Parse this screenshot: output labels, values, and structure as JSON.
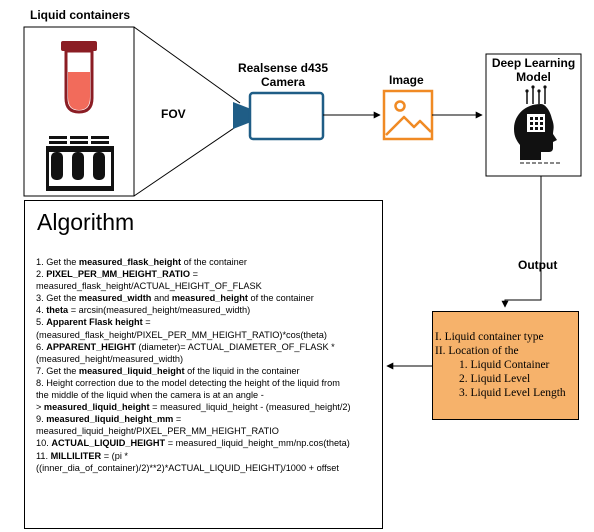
{
  "labels": {
    "liquid_containers": "Liquid containers",
    "fov": "FOV",
    "camera_line1": "Realsense d435",
    "camera_line2": "Camera",
    "image": "Image",
    "model_line1": "Deep Learning",
    "model_line2": "Model",
    "output": "Output"
  },
  "algorithm": {
    "title": "Algorithm",
    "lines": [
      [
        {
          "t": "1. Get the "
        },
        {
          "t": "measured_flask_height",
          "b": true
        },
        {
          "t": " of the container"
        }
      ],
      [
        {
          "t": "2. "
        },
        {
          "t": "PIXEL_PER_MM_HEIGHT_RATIO",
          "b": true
        },
        {
          "t": " ="
        }
      ],
      [
        {
          "t": "measured_flask_height/ACTUAL_HEIGHT_OF_FLASK"
        }
      ],
      [
        {
          "t": "3. Get the "
        },
        {
          "t": "measured_width",
          "b": true
        },
        {
          "t": " and "
        },
        {
          "t": "measured_height",
          "b": true
        },
        {
          "t": " of the container"
        }
      ],
      [
        {
          "t": "4. "
        },
        {
          "t": "theta",
          "b": true
        },
        {
          "t": " = arcsin(measured_height/measured_width)"
        }
      ],
      [
        {
          "t": "5. "
        },
        {
          "t": "Apparent Flask height",
          "b": true
        },
        {
          "t": " ="
        }
      ],
      [
        {
          "t": "(measured_flask_height/PIXEL_PER_MM_HEIGHT_RATIO)*cos(theta)"
        }
      ],
      [
        {
          "t": "6. "
        },
        {
          "t": "APPARENT_HEIGHT",
          "b": true
        },
        {
          "t": " (diameter)= ACTUAL_DIAMETER_OF_FLASK *"
        }
      ],
      [
        {
          "t": "(measured_height/measured_width)"
        }
      ],
      [
        {
          "t": "7. Get the "
        },
        {
          "t": "measured_liquid_height",
          "b": true
        },
        {
          "t": " of the liquid in the container"
        }
      ],
      [
        {
          "t": "8. Height correction due to the model detecting the height of the liquid from"
        }
      ],
      [
        {
          "t": "the middle of the liquid when the camera is at an angle -"
        }
      ],
      [
        {
          "t": "> "
        },
        {
          "t": "measured_liquid_height",
          "b": true
        },
        {
          "t": " = measured_liquid_height - (measured_height/2)"
        }
      ],
      [
        {
          "t": "9. "
        },
        {
          "t": "measured_liquid_height_mm",
          "b": true
        },
        {
          "t": " ="
        }
      ],
      [
        {
          "t": "measured_liquid_height/PIXEL_PER_MM_HEIGHT_RATIO"
        }
      ],
      [
        {
          "t": "10. "
        },
        {
          "t": "ACTUAL_LIQUID_HEIGHT",
          "b": true
        },
        {
          "t": " = measured_liquid_height_mm/np.cos(theta)"
        }
      ],
      [
        {
          "t": "11. "
        },
        {
          "t": "MILLILITER",
          "b": true
        },
        {
          "t": " = (pi *"
        }
      ],
      [
        {
          "t": "((inner_dia_of_container)/2)**2)*ACTUAL_LIQUID_HEIGHT)/1000 + offset"
        }
      ]
    ]
  },
  "output_box": {
    "lines": [
      "I. Liquid container type",
      "II. Location of the",
      "1. Liquid Container",
      "2. Liquid Level",
      "3. Liquid Level Length"
    ],
    "color": "#f6b26b"
  },
  "colors": {
    "test_tube_red": "#f26b5b",
    "image_icon": "#f08a24",
    "camera_blue": "#1f5d86",
    "output_fill": "#f6b26b"
  },
  "icons": [
    "test-tube-icon",
    "test-tube-rack-icon",
    "camera-icon",
    "image-icon",
    "ai-head-icon",
    "lightbulb-icon"
  ]
}
